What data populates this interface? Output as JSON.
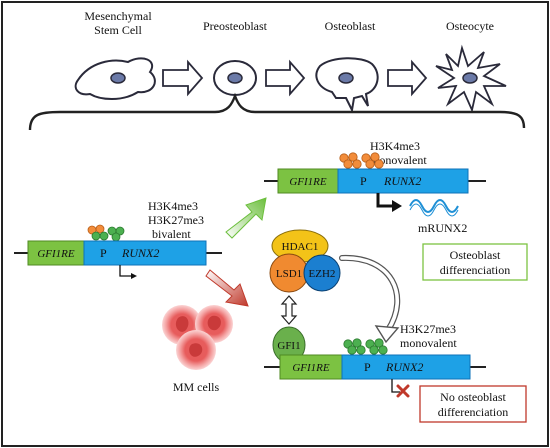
{
  "cell_stages": [
    {
      "label_line1": "Mesenchymal",
      "label_line2": "Stem Cell"
    },
    {
      "label_line1": "Preosteoblast",
      "label_line2": ""
    },
    {
      "label_line1": "Osteoblast",
      "label_line2": ""
    },
    {
      "label_line1": "Osteocyte",
      "label_line2": ""
    }
  ],
  "bivalent": {
    "mark1": "H3K4me3",
    "mark2": "H3K27me3",
    "state": "bivalent"
  },
  "upper_gene": {
    "mark": "H3K4me3",
    "state": "monovalent",
    "transcript": "mRUNX2",
    "outcome_line1": "Osteoblast",
    "outcome_line2": "differenciation"
  },
  "lower_gene": {
    "mark": "H3K27me3",
    "state": "monovalent",
    "outcome_line1": "No osteoblast",
    "outcome_line2": "differenciation"
  },
  "gene_labels": {
    "enhancer": "GFI1RE",
    "promoter": "P",
    "gene": "RUNX2"
  },
  "complex": {
    "hdac": "HDAC1",
    "lsd": "LSD1",
    "ezh": "EZH2",
    "gfi": "GFI1"
  },
  "mm_cells_label": "MM cells",
  "colors": {
    "frame": "#222222",
    "green_box": "#7cc242",
    "blue_box": "#1ea1e6",
    "blue_box_dark": "#0d72b8",
    "orange_mark": "#f28c3a",
    "green_mark": "#4cb050",
    "hdac": "#f3c318",
    "lsd": "#f08a30",
    "ezh": "#1b7fd0",
    "gfi": "#6ab04c",
    "arrow_green": "#6cbf3d",
    "arrow_red": "#c0392b",
    "mm_cell": "#e46b6b",
    "osteo_box_border": "#7cc242",
    "no_osteo_box_border": "#c0392b",
    "dna_wave": "#1e90d6",
    "block_x": "#c0392b"
  }
}
